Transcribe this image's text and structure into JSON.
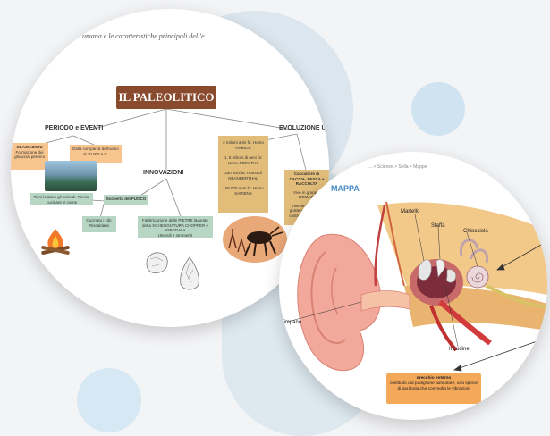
{
  "mind_map": {
    "top_line": "specie umana e le caratteristiche principali dell'e",
    "title": "IL PALEOLITICO",
    "sections": {
      "period": "PERIODO e EVENTI",
      "innovation": "INNOVAZIONI",
      "evolution": "EVOLUZIONE U"
    },
    "boxes": {
      "glaciations": "GLACIAZIONI",
      "glaciations_sub": "Formazione dei ghiacciai perenni",
      "period_span": "Dalla comparsa dell'uomo al 10.000 a.C.",
      "fire": "Scoperta del FUOCO",
      "fire_use": "Tieni lontano gli animali. Riesce cucinare le carne",
      "fire_live": "Cucinato i cibi. Riscaldarsi",
      "tools": "Fabbricazione delle PIETRE lavorate detta SCHEGGIATURA CHOPPER e AMIGDALA",
      "tools_sub": "Utensili e strumenti",
      "ev1": "2 milioni anni fa: Homo HABILIS",
      "ev2": "1, 8 milioni di anni fa: Homo ERECTUS",
      "ev3": "250 anni fa: Homo di NEANDERTHAL",
      "ev4": "100.000 anni fa: Homo SAPIENS",
      "life1": "Cacciatore di CACCIA, PESCA e RACCOLTA",
      "life2": "Vive in gruppi - NOMADI",
      "life3": "Vivevano sotto le grotte e in capanne costruite con rami e pelli"
    }
  },
  "ear_map": {
    "breadcrumb": "... > Scienze > Sella > Mappe",
    "brand": "MAPPA",
    "labels": {
      "martello": "Martello",
      "staffa": "Staffa",
      "chiocciola": "Chiocciola",
      "timpano": "Timpano",
      "incudine": "Incudine"
    },
    "info_title": "orecchio esterno",
    "info_text": "costituito dal padiglione auricolare, una specie di parabola che convoglia le vibrazioni"
  },
  "colors": {
    "title_bg": "#8a4a2e",
    "orange": "#f8c58f",
    "tan": "#e2bd7a",
    "green": "#b7d7c4",
    "blob_light": "#dbe6ee",
    "blob_blue": "#cfe3f0"
  }
}
